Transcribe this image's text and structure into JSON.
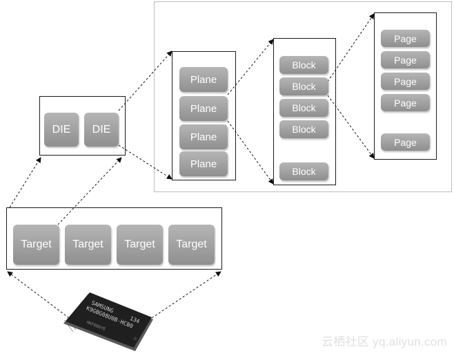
{
  "diagram": {
    "targets": [
      "Target",
      "Target",
      "Target",
      "Target"
    ],
    "dies": [
      "DIE",
      "DIE"
    ],
    "planes": [
      "Plane",
      "Plane",
      "Plane",
      "Plane"
    ],
    "blocks": [
      "Block",
      "Block",
      "Block",
      "Block",
      "Block"
    ],
    "pages": [
      "Page",
      "Page",
      "Page",
      "Page",
      "Page"
    ],
    "chip": {
      "brand": "SAMSUNG",
      "part_number": "K9GBG08U0B-HCB0",
      "code": "134",
      "line3": "HKF6B6YE"
    }
  },
  "watermark": "云栖社区 yq.aliyun.com"
}
